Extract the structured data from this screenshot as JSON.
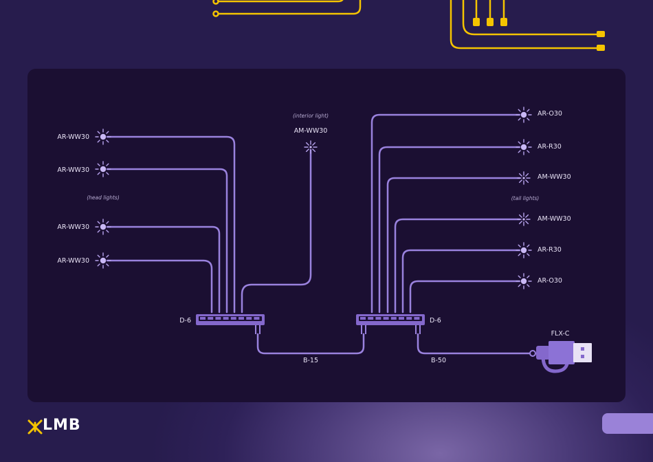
{
  "brand": {
    "logo_text": "LMB"
  },
  "colors": {
    "panel": "#1b0f32",
    "wire": "#9a82de",
    "hub": "#8468cc",
    "accent_yellow": "#f5c400",
    "text": "#e8e2f5",
    "note": "#b7abd2"
  },
  "diagram": {
    "left_lights": [
      {
        "label": "AR-WW30"
      },
      {
        "label": "AR-WW30"
      },
      {
        "label": "AR-WW30"
      },
      {
        "label": "AR-WW30"
      }
    ],
    "left_group_note": "(head lights)",
    "interior": {
      "label": "AM-WW30",
      "note": "(interior light)"
    },
    "right_lights": [
      {
        "label": "AR-O30"
      },
      {
        "label": "AR-R30"
      },
      {
        "label": "AM-WW30"
      },
      {
        "label": "AM-WW30"
      },
      {
        "label": "AR-R30"
      },
      {
        "label": "AR-O30"
      }
    ],
    "right_group_note": "(tail lights)",
    "left_hub": {
      "label": "D-6"
    },
    "right_hub": {
      "label": "D-6"
    },
    "cable_between": {
      "label": "B-15"
    },
    "cable_power": {
      "label": "B-50"
    },
    "power_plug": {
      "label": "FLX-C"
    }
  }
}
